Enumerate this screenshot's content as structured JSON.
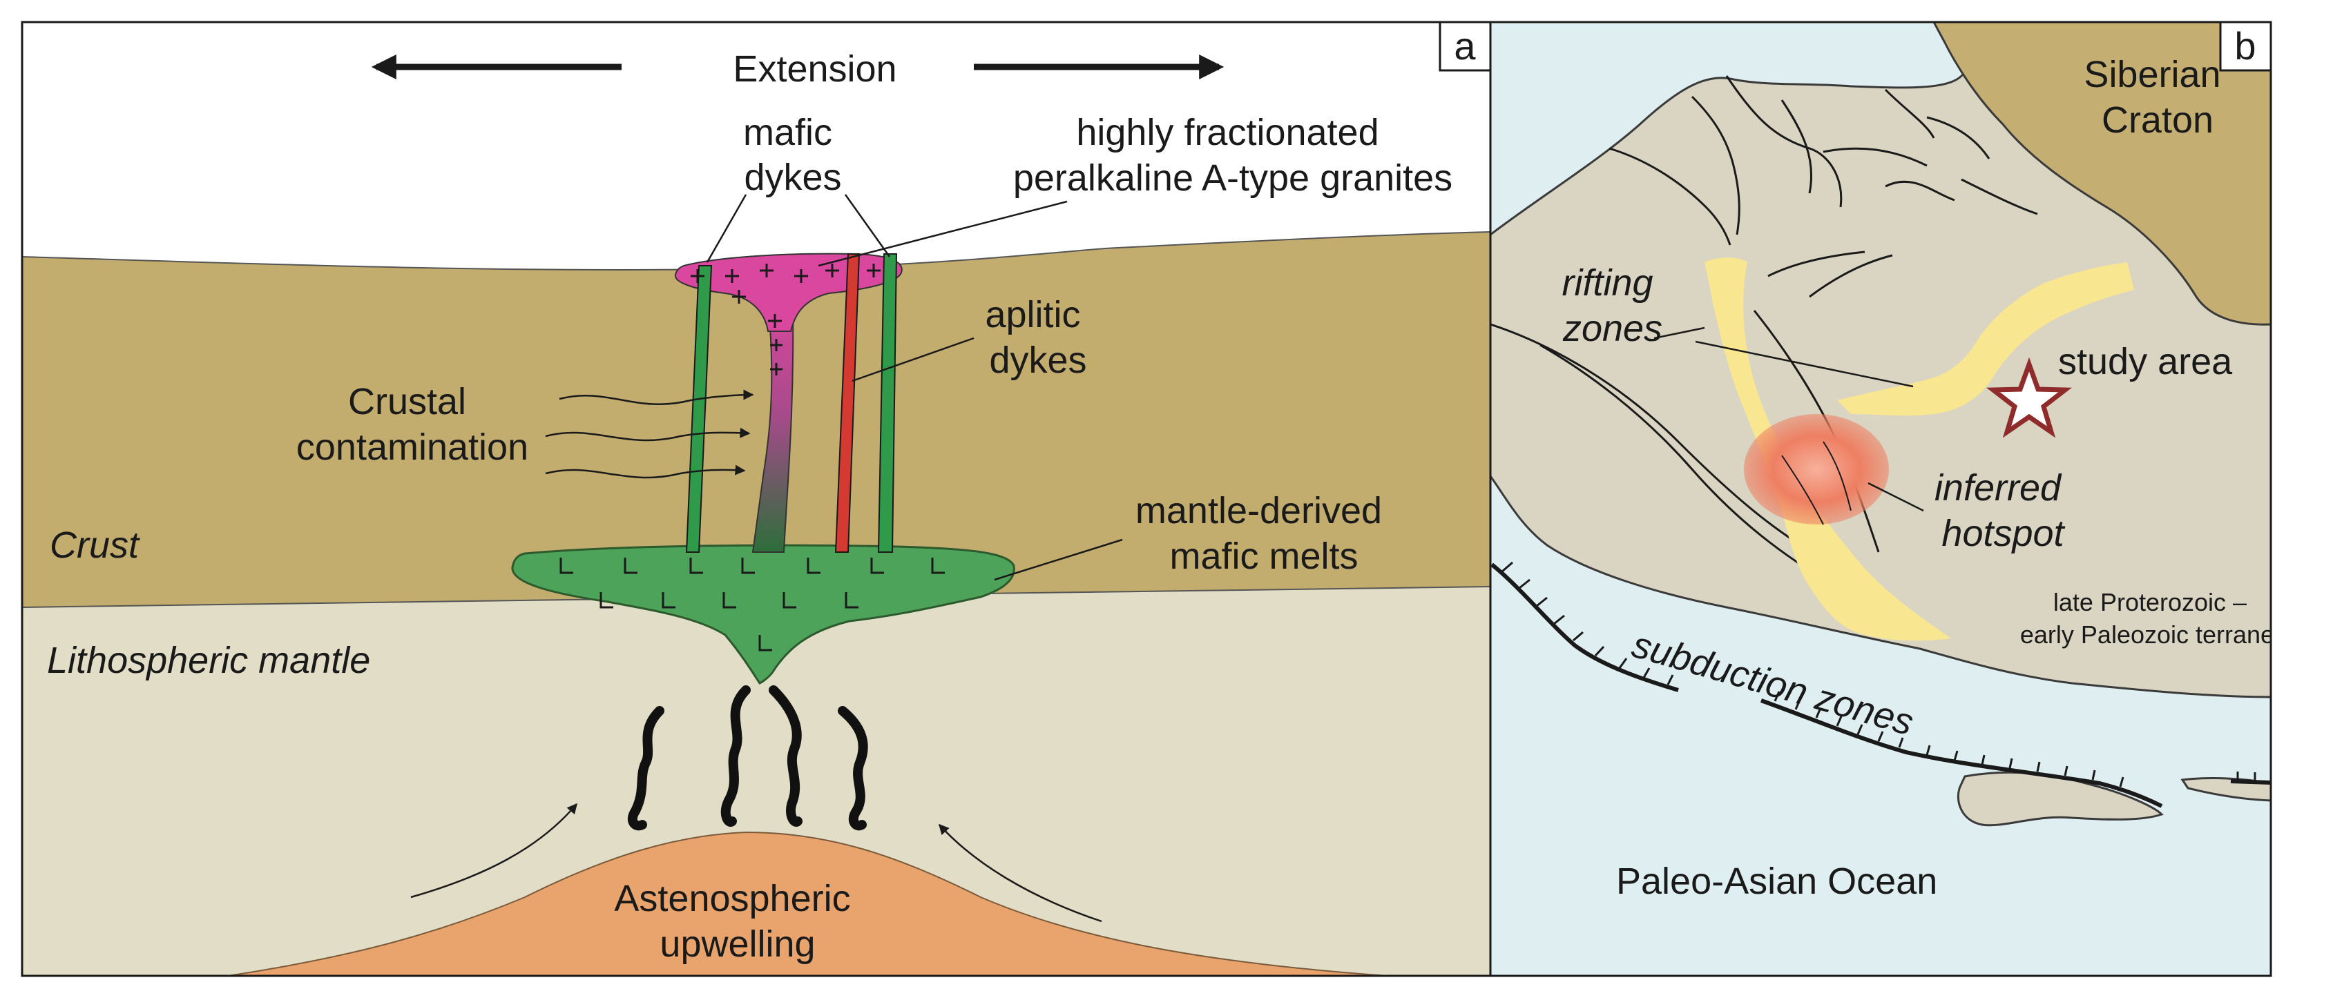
{
  "panel_a": {
    "tag": "a",
    "extension": "Extension",
    "mafic_dykes": [
      "mafic",
      "dykes"
    ],
    "granites": [
      "highly fractionated",
      "peralkaline A-type granites"
    ],
    "aplitic_dykes": [
      "aplitic",
      "dykes"
    ],
    "crustal_contamination": [
      "Crustal",
      "contamination"
    ],
    "crust": "Crust",
    "mantle_melts": [
      "mantle-derived",
      "mafic melts"
    ],
    "lithospheric_mantle": "Lithospheric mantle",
    "upwelling": [
      "Astenospheric",
      "upwelling"
    ]
  },
  "panel_b": {
    "tag": "b",
    "craton": [
      "Siberian",
      "Craton"
    ],
    "rifting_zones": [
      "rifting",
      "zones"
    ],
    "study_area": "study area",
    "hotspot": [
      "inferred",
      "hotspot"
    ],
    "terranes": [
      "late Proterozoic –",
      "early Paleozoic terranes"
    ],
    "subduction_zones": "subduction zones",
    "ocean": "Paleo-Asian Ocean"
  },
  "colors": {
    "crust": "#c2ac6e",
    "mantle": "#e2ddc7",
    "astenosphere": "#e8a46c",
    "granite": "#d9479e",
    "mafic": "#4ea35a",
    "mafic_dyke": "#2e9a4a",
    "aplitic_dyke": "#d43a32",
    "ocean": "#dfeef0",
    "terrane": "#d9d5c2",
    "craton": "#c4ae72",
    "rift": "#f9e691",
    "hotspot": "#ee7a5e",
    "star": "#8f2b2b"
  }
}
